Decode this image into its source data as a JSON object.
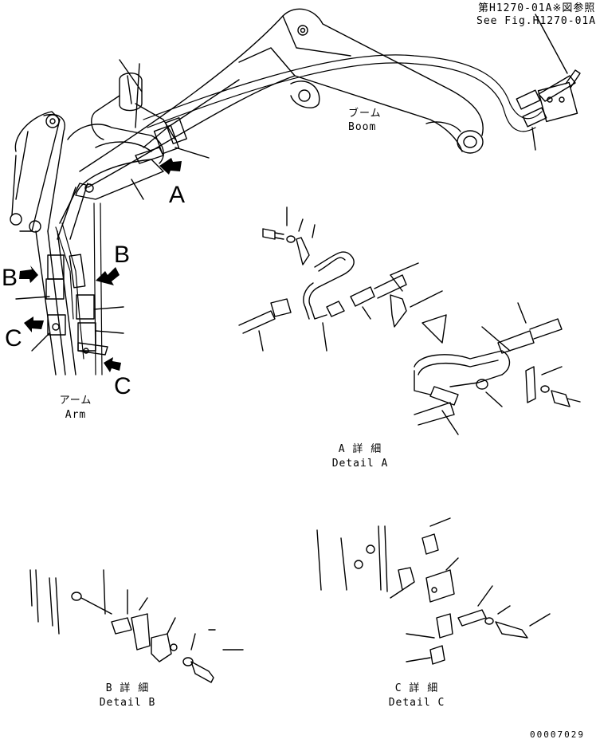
{
  "reference": {
    "jp": "第H1270-01A※図参照",
    "en": "See Fig.H1270-01A※"
  },
  "boom": {
    "jp": "ブーム",
    "en": "Boom"
  },
  "arm": {
    "jp": "アーム",
    "en": "Arm"
  },
  "view_markers": {
    "a": "A",
    "b": "B",
    "c": "C"
  },
  "detail_a": {
    "jp": "A 詳 細",
    "en": "Detail A"
  },
  "detail_b": {
    "jp": "B 詳 細",
    "en": "Detail B"
  },
  "detail_c": {
    "jp": "C 詳 細",
    "en": "Detail C"
  },
  "drawing_number": "00007029"
}
